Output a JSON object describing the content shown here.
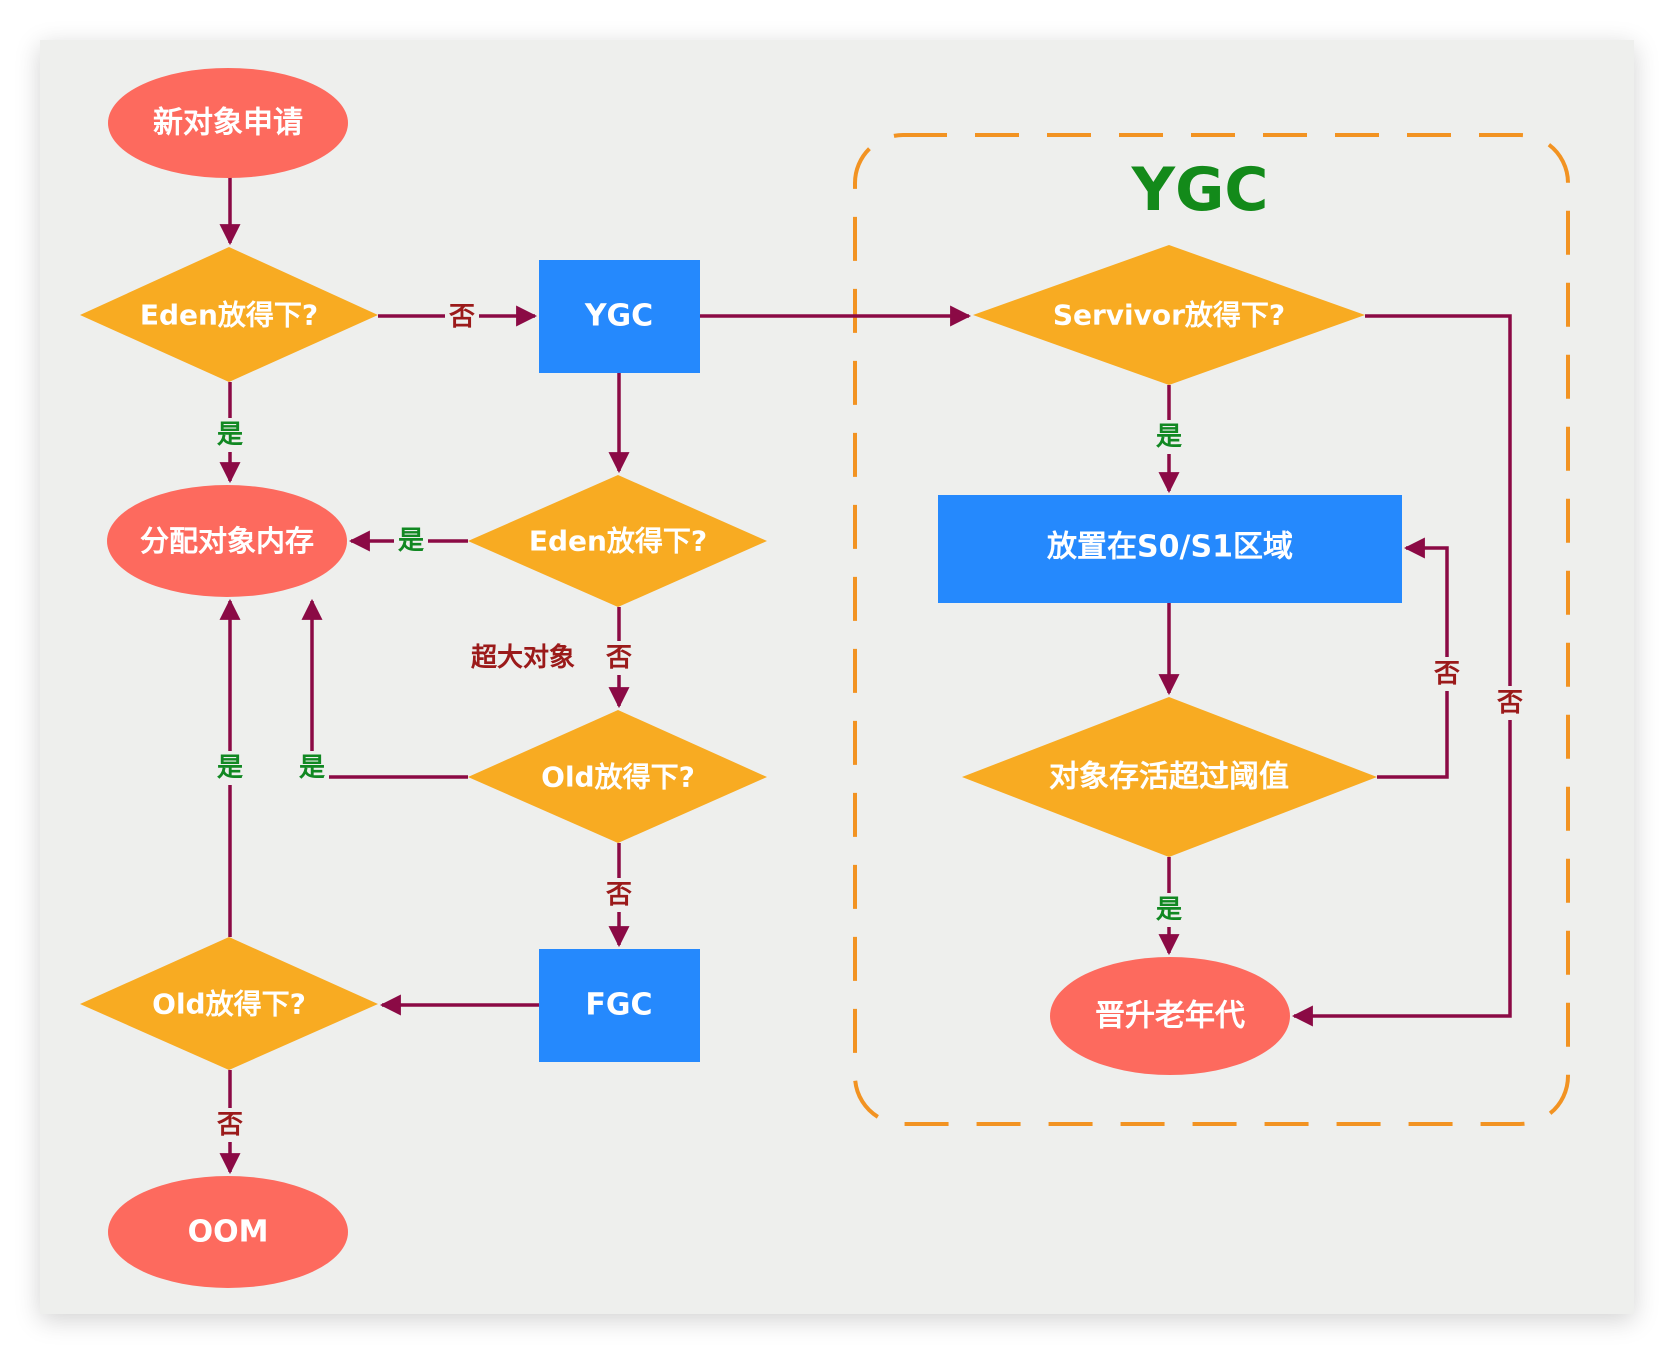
{
  "colors": {
    "background": "#eeefed",
    "terminal": "#fd6a5e",
    "decision": "#f8ab22",
    "process": "#2589fd",
    "edge": "#8b0a45",
    "label_yes": "#118822",
    "label_no": "#9b1a1a",
    "group_border": "#f29322",
    "group_title": "#138a1a",
    "text_on_shape": "#ffffff"
  },
  "group": {
    "title": "YGC"
  },
  "nodes": {
    "new_object": {
      "label": "新对象申请",
      "kind": "terminal"
    },
    "eden_check_1": {
      "label": "Eden放得下?",
      "kind": "decision"
    },
    "ygc": {
      "label": "YGC",
      "kind": "process"
    },
    "allocate": {
      "label": "分配对象内存",
      "kind": "terminal"
    },
    "eden_check_2": {
      "label": "Eden放得下?",
      "kind": "decision"
    },
    "old_check_1": {
      "label": "Old放得下?",
      "kind": "decision"
    },
    "fgc": {
      "label": "FGC",
      "kind": "process"
    },
    "old_check_2": {
      "label": "Old放得下?",
      "kind": "decision"
    },
    "oom": {
      "label": "OOM",
      "kind": "terminal"
    },
    "survivor_check": {
      "label": "Servivor放得下?",
      "kind": "decision"
    },
    "place_s0s1": {
      "label": "放置在S0/S1区域",
      "kind": "process"
    },
    "age_check": {
      "label": "对象存活超过阈值",
      "kind": "decision"
    },
    "promote": {
      "label": "晋升老年代",
      "kind": "terminal"
    }
  },
  "edges": [
    {
      "from": "new_object",
      "to": "eden_check_1",
      "label": ""
    },
    {
      "from": "eden_check_1",
      "to": "ygc",
      "label": "否"
    },
    {
      "from": "eden_check_1",
      "to": "allocate",
      "label": "是"
    },
    {
      "from": "ygc",
      "to": "eden_check_2",
      "label": ""
    },
    {
      "from": "ygc",
      "to": "survivor_check",
      "label": ""
    },
    {
      "from": "eden_check_2",
      "to": "allocate",
      "label": "是"
    },
    {
      "from": "eden_check_2",
      "to": "old_check_1",
      "label": "否",
      "note": "超大对象"
    },
    {
      "from": "old_check_1",
      "to": "allocate",
      "label": "是"
    },
    {
      "from": "old_check_1",
      "to": "fgc",
      "label": "否"
    },
    {
      "from": "fgc",
      "to": "old_check_2",
      "label": ""
    },
    {
      "from": "old_check_2",
      "to": "allocate",
      "label": "是"
    },
    {
      "from": "old_check_2",
      "to": "oom",
      "label": "否"
    },
    {
      "from": "survivor_check",
      "to": "place_s0s1",
      "label": "是"
    },
    {
      "from": "survivor_check",
      "to": "promote",
      "label": "否"
    },
    {
      "from": "place_s0s1",
      "to": "age_check",
      "label": ""
    },
    {
      "from": "age_check",
      "to": "place_s0s1",
      "label": "否"
    },
    {
      "from": "age_check",
      "to": "promote",
      "label": "是"
    }
  ],
  "labels": {
    "yes": "是",
    "no": "否",
    "oversized_object": "超大对象"
  }
}
